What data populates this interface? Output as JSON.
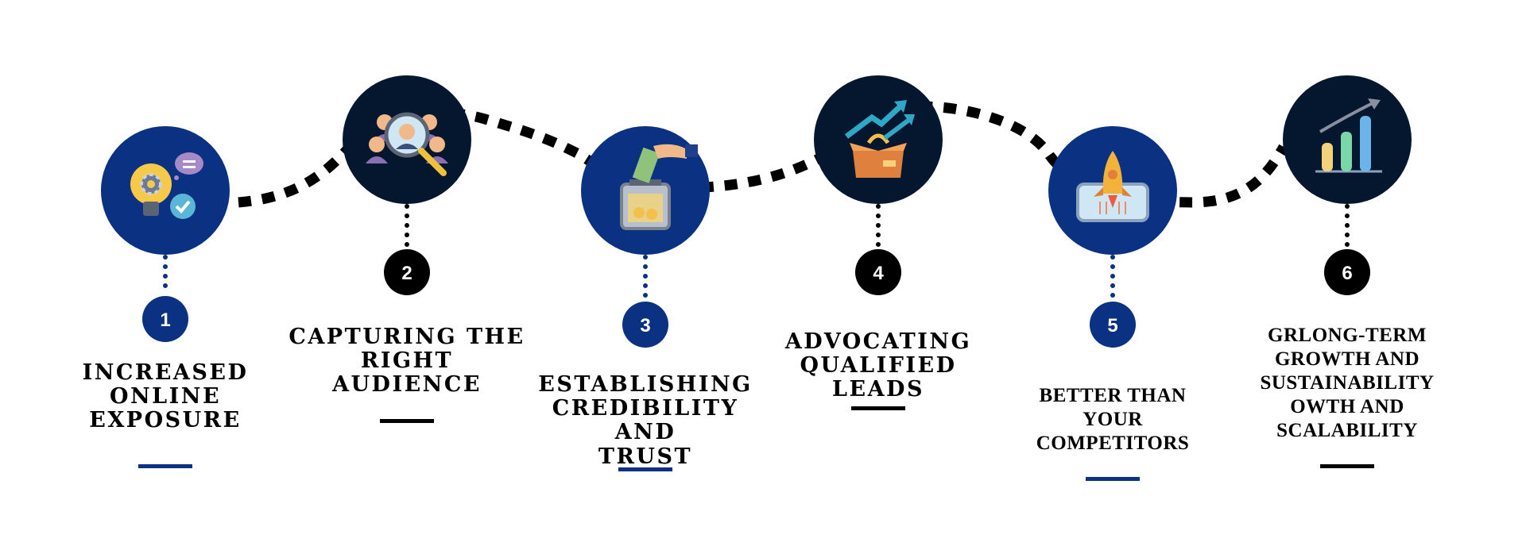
{
  "colors": {
    "navy": "#0a3182",
    "dark": "#04172e",
    "black": "#000000"
  },
  "steps": [
    {
      "number": "1",
      "title": "INCREASED ONLINE EXPOSURE",
      "icon": "lightbulb-gear-icon",
      "theme": "navy"
    },
    {
      "number": "2",
      "title": "CAPTURING THE RIGHT AUDIENCE",
      "icon": "audience-magnifier-icon",
      "theme": "dark"
    },
    {
      "number": "3",
      "title": "ESTABLISHING CREDIBILITY AND TRUST",
      "icon": "money-donation-box-icon",
      "theme": "navy"
    },
    {
      "number": "4",
      "title": "ADVOCATING QUALIFIED LEADS",
      "icon": "growth-box-icon",
      "theme": "dark"
    },
    {
      "number": "5",
      "title": "BETTER THAN YOUR COMPETITORS",
      "icon": "rocket-phone-icon",
      "theme": "navy"
    },
    {
      "number": "6",
      "title": "GRLONG-TERM GROWTH AND SUSTAINABILITY OWTH AND SCALABILITY",
      "icon": "bar-chart-growth-icon",
      "theme": "dark"
    }
  ]
}
